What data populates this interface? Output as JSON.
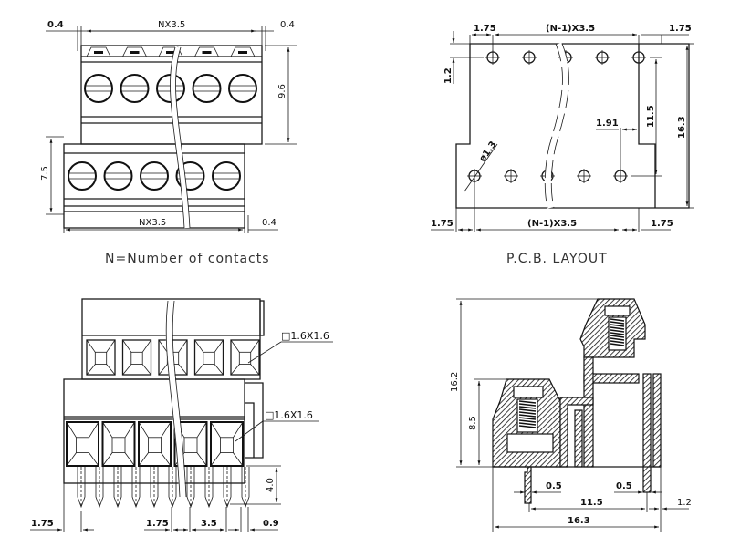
{
  "diagram": {
    "title": "Pluggable terminal block technical drawing",
    "views": {
      "side_view": {
        "labels": {
          "top_left_gap": "0.4",
          "top_width": "NX3.5",
          "top_right_gap": "0.4",
          "plug_height": "9.6",
          "header_height": "7.5",
          "bottom_width": "NX3.5",
          "bottom_right_gap": "0.4"
        },
        "caption": "N=Number of contacts",
        "contacts": 5
      },
      "pcb_layout": {
        "labels": {
          "top_left_offset": "1.75",
          "top_pitch": "(N-1)X3.5",
          "top_right_offset": "1.75",
          "row_offset": "1.2",
          "pin_offset": "1.91",
          "row_spacing": "11.5",
          "total_depth": "16.3",
          "hole_diameter": "ø1.3",
          "bottom_left_offset": "1.75",
          "bottom_pitch": "(N-1)X3.5",
          "bottom_right_offset": "1.75"
        },
        "caption": "P.C.B. LAYOUT",
        "holes_per_row": 5
      },
      "front_view": {
        "labels": {
          "upper_slot": "□1.6X1.6",
          "lower_slot": "□1.6X1.6",
          "pin_length": "4.0",
          "left_offset": "1.75",
          "mid_offset": "1.75",
          "pitch": "3.5",
          "pin_width": "0.9"
        }
      },
      "cross_section": {
        "labels": {
          "total_height": "16.2",
          "header_height": "8.5",
          "left_pin_width": "0.5",
          "right_pin_width": "0.5",
          "pin_spacing": "11.5",
          "right_offset": "1.2",
          "total_depth": "16.3"
        }
      }
    }
  }
}
